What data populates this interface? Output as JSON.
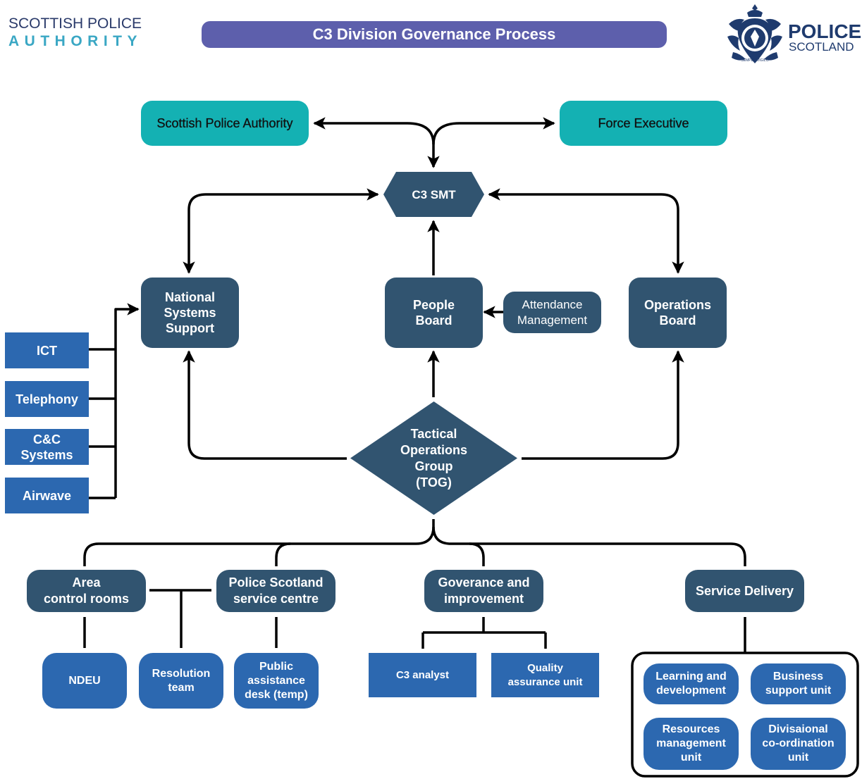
{
  "header": {
    "spa_logo_line1": "SCOTTISH POLICE",
    "spa_logo_line2": "AUTHORITY",
    "title": "C3 Division Governance Process",
    "ps_logo_line1": "POLICE",
    "ps_logo_line2": "SCOTLAND",
    "ps_badge_motto": "SEMPER VIGILO"
  },
  "colors": {
    "header_bar": "#5d5fac",
    "teal_node": "#14b1b3",
    "navy_node": "#315470",
    "blue_node": "#2c68b0",
    "connector": "#000000"
  },
  "nodes": {
    "spa": "Scottish Police Authority",
    "force_exec": "Force Executive",
    "c3smt": "C3 SMT",
    "nss": "National\nSystems\nSupport",
    "people_board": "People\nBoard",
    "attendance": "Attendance\nManagement",
    "ops_board": "Operations\nBoard",
    "tog": "Tactical\nOperations\nGroup\n(TOG)",
    "ict": "ICT",
    "telephony": "Telephony",
    "cc_systems": "C&C\nSystems",
    "airwave": "Airwave",
    "area_control": "Area\ncontrol rooms",
    "ps_service_centre": "Police Scotland\nservice centre",
    "governance": "Goverance and\nimprovement",
    "service_delivery": "Service Delivery",
    "ndeu": "NDEU",
    "resolution": "Resolution\nteam",
    "public_assist": "Public\nassistance\ndesk (temp)",
    "c3_analyst": "C3 analyst",
    "quality": "Quality\nassurance unit",
    "learning": "Learning and\ndevelopment",
    "business_support": "Business\nsupport unit",
    "resources_mgmt": "Resources\nmanagement\nunit",
    "divisional_coord": "Divisaional\nco-ordination\nunit"
  }
}
